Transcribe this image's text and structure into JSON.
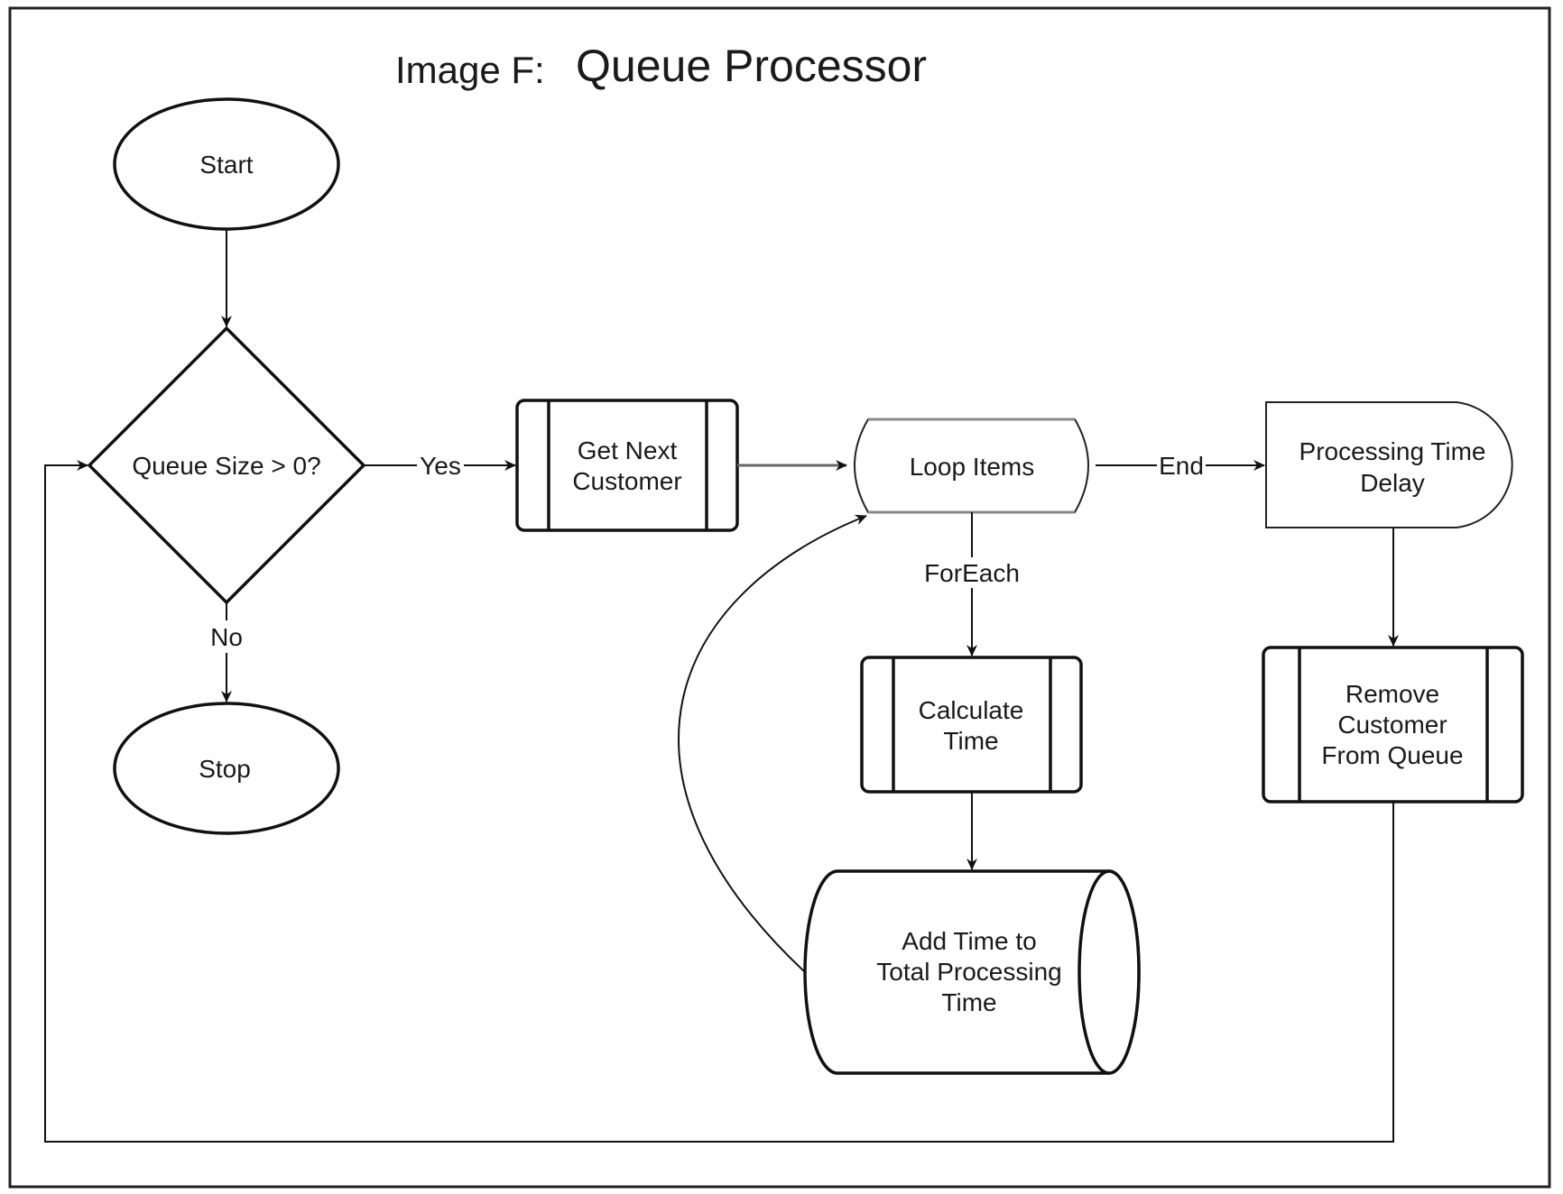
{
  "title": {
    "prefix": "Image F:",
    "main": "Queue Processor"
  },
  "nodes": {
    "start": "Start",
    "decision": "Queue Size > 0?",
    "stop": "Stop",
    "get_next": [
      "Get Next",
      "Customer"
    ],
    "loop": "Loop Items",
    "delay": [
      "Processing Time",
      "Delay"
    ],
    "calculate": [
      "Calculate",
      "Time"
    ],
    "add_time": [
      "Add Time to",
      "Total Processing",
      "Time"
    ],
    "remove": [
      "Remove",
      "Customer",
      "From Queue"
    ]
  },
  "edges": {
    "yes": "Yes",
    "no": "No",
    "end": "End",
    "foreach": "ForEach"
  }
}
